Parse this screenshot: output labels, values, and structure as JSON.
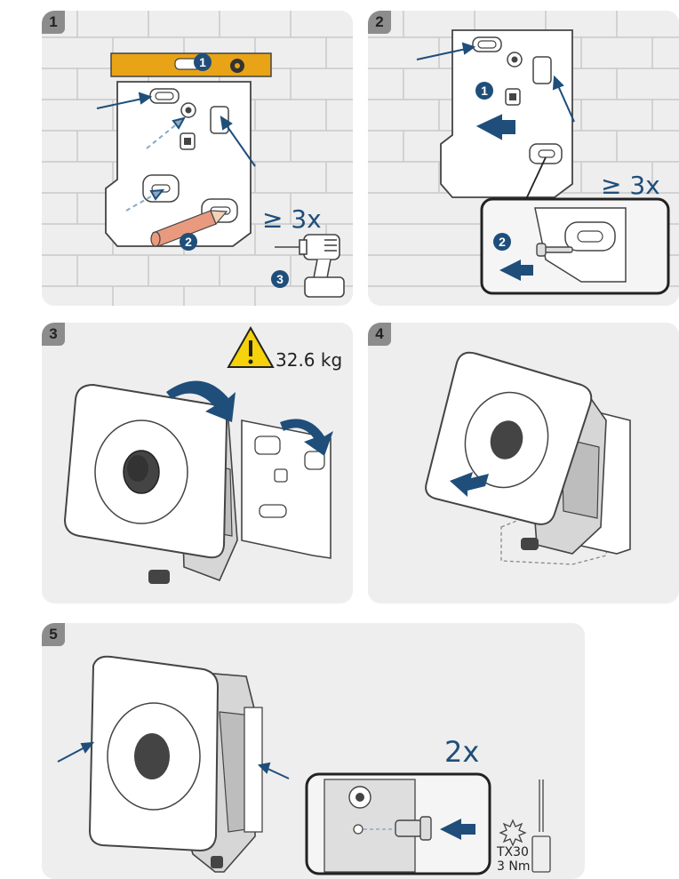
{
  "panels": [
    {
      "number": "1",
      "count_label": "≥ 3x",
      "steps": [
        "1",
        "2",
        "3"
      ]
    },
    {
      "number": "2",
      "count_label": "≥ 3x",
      "steps": [
        "1",
        "2"
      ]
    },
    {
      "number": "3",
      "weight_label": "32.6 kg"
    },
    {
      "number": "4"
    },
    {
      "number": "5",
      "count_label": "2x",
      "tool_label": "TX30",
      "torque_label": "3 Nm"
    }
  ],
  "colors": {
    "accent_blue": "#1f4e7a",
    "level_yellow": "#e8a316",
    "pencil_orange": "#e99a7e",
    "panel_bg": "#eeeeee",
    "badge_gray": "#8c8c8c"
  },
  "icons": [
    "spirit-level-icon",
    "pencil-icon",
    "drill-icon",
    "screw-icon",
    "warning-icon",
    "screwdriver-icon",
    "torx-icon"
  ]
}
